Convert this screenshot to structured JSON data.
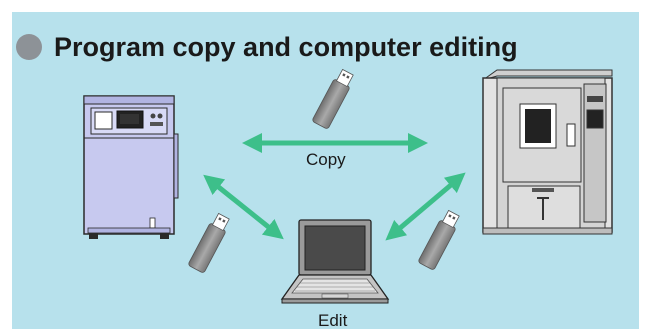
{
  "title": "Program copy and computer editing",
  "labels": {
    "copy": "Copy",
    "edit": "Edit"
  },
  "colors": {
    "background": "#b7e1ec",
    "arrow": "#3dbf8a",
    "bullet": "#8d9297",
    "usb": "#8f8f8f"
  },
  "icons": {
    "left_device": "environmental-test-chamber-small-icon",
    "right_device": "environmental-test-chamber-large-icon",
    "laptop": "laptop-computer-icon",
    "usb": "usb-flash-drive-icon"
  }
}
